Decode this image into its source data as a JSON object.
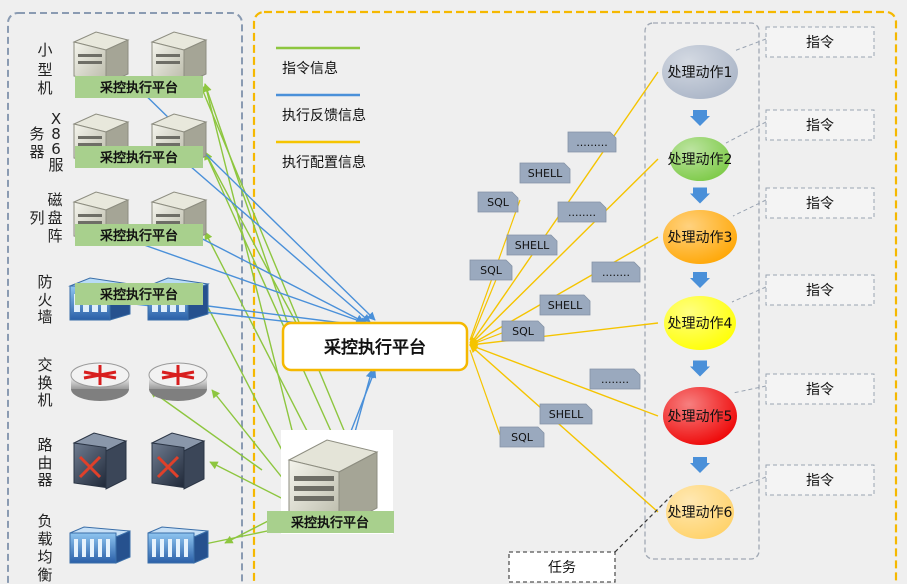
{
  "left_panel": {
    "categories": [
      {
        "label": "小型机",
        "chars": [
          "小",
          "型",
          "机"
        ],
        "kind": "server"
      },
      {
        "label": "X86服务器",
        "chars": [
          "X",
          "8",
          "6",
          "服",
          "务",
          "器"
        ],
        "kind": "server"
      },
      {
        "label": "磁盘阵列",
        "chars": [
          "磁",
          "盘",
          "阵",
          "列"
        ],
        "kind": "server"
      },
      {
        "label": "防火墙",
        "chars": [
          "防",
          "火",
          "墙"
        ],
        "kind": "firewall"
      },
      {
        "label": "交换机",
        "chars": [
          "交",
          "换",
          "机"
        ],
        "kind": "switch"
      },
      {
        "label": "路由器",
        "chars": [
          "路",
          "由",
          "器"
        ],
        "kind": "router"
      },
      {
        "label": "负载均衡",
        "chars": [
          "负",
          "载",
          "均",
          "衡"
        ],
        "kind": "loadbalancer"
      }
    ],
    "agent_label": "采控执行平台"
  },
  "legend": [
    {
      "label": "指令信息",
      "color": "#8dc63f"
    },
    {
      "label": "执行反馈信息",
      "color": "#4a90d9"
    },
    {
      "label": "执行配置信息",
      "color": "#f5c400"
    }
  ],
  "center_platform": {
    "label": "采控执行平台"
  },
  "bottom_server": {
    "label": "采控执行平台"
  },
  "scripts": [
    {
      "text": "........."
    },
    {
      "text": "SHELL"
    },
    {
      "text": "SQL"
    },
    {
      "text": "........"
    },
    {
      "text": "SHELL"
    },
    {
      "text": "SQL"
    },
    {
      "text": "........"
    },
    {
      "text": "SHELL"
    },
    {
      "text": "SQL"
    },
    {
      "text": "........"
    },
    {
      "text": "SHELL"
    },
    {
      "text": "SQL"
    }
  ],
  "actions": [
    {
      "label": "处理动作1",
      "color": "#a9b4c6"
    },
    {
      "label": "处理动作2",
      "color": "#7ac943"
    },
    {
      "label": "处理动作3",
      "color": "#ffa500"
    },
    {
      "label": "处理动作4",
      "color": "#ffff00"
    },
    {
      "label": "处理动作5",
      "color": "#ee0000"
    },
    {
      "label": "处理动作6",
      "color": "#ffd166"
    }
  ],
  "instructions": [
    {
      "label": "指令"
    },
    {
      "label": "指令"
    },
    {
      "label": "指令"
    },
    {
      "label": "指令"
    },
    {
      "label": "指令"
    },
    {
      "label": "指令"
    }
  ],
  "task_label": "任务",
  "colors": {
    "instruction": "#8dc63f",
    "feedback": "#4a90d9",
    "config": "#f5c400",
    "agent_fill": "#a8d08d",
    "orange_border": "#f5b800",
    "script_fill": "#9aa9be"
  }
}
